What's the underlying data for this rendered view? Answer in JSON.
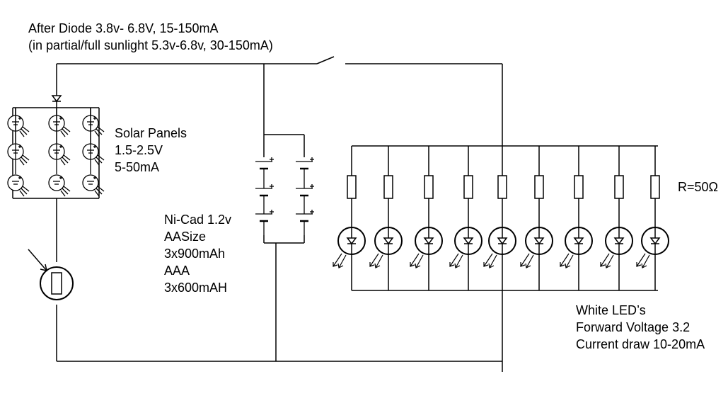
{
  "annotations": {
    "diode_note": {
      "line1": "After Diode 3.8v- 6.8V, 15-150mA",
      "line2": "(in partial/full sunlight 5.3v-6.8v, 30-150mA)"
    },
    "solar": {
      "line1": "Solar Panels",
      "line2": "1.5-2.5V",
      "line3": "5-50mA"
    },
    "battery": {
      "line1": "Ni-Cad 1.2v",
      "line2": "AASize",
      "line3": "3x900mAh",
      "line4": "AAA",
      "line5": "3x600mAH"
    },
    "resistor": {
      "label": "R=50Ω"
    },
    "led": {
      "line1": "White LED’s",
      "line2": "Forward Voltage 3.2",
      "line3": "Current draw 10-20mA"
    }
  },
  "components": {
    "solar_cell_count": 9,
    "battery_cells_per_string": 3,
    "battery_string_count": 2,
    "led_branch_count": 9
  }
}
